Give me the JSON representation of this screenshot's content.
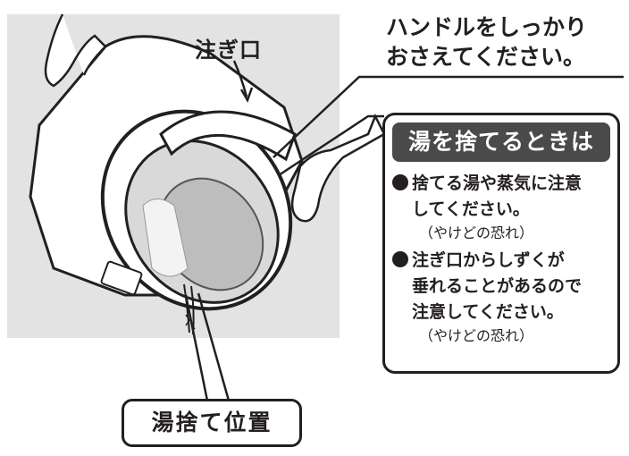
{
  "labels": {
    "spout": "注ぎ口",
    "handle_line1": "ハンドルをしっかり",
    "handle_line2": "おさえてください。",
    "pour_position": "湯捨て位置"
  },
  "caution": {
    "title": "湯を捨てるときは",
    "items": [
      {
        "text": "捨てる湯や蒸気に注意\nしてください。",
        "note": "（やけどの恐れ）"
      },
      {
        "text": "注ぎ口からしずくが\n垂れることがあるので\n注意してください。",
        "note": "（やけどの恐れ）"
      }
    ]
  },
  "colors": {
    "illustration_bg": "#e3e3e3",
    "title_bg": "#4a4a4a",
    "ink": "#231f20"
  }
}
